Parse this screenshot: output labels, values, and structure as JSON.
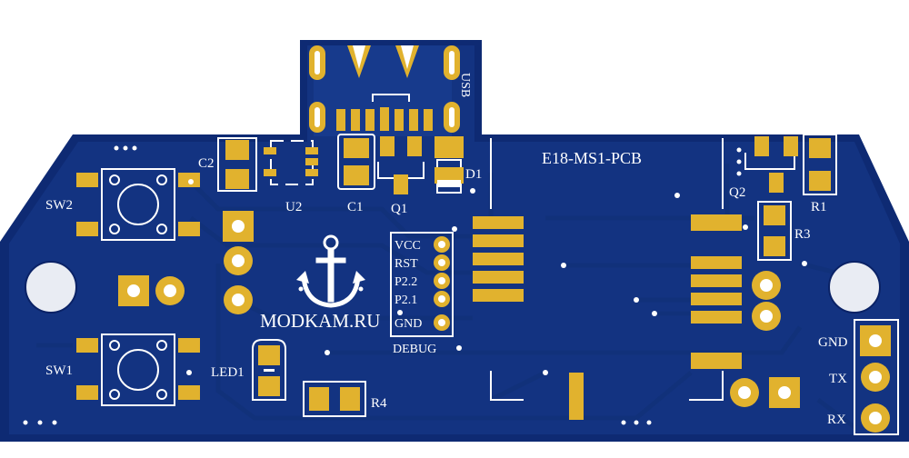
{
  "board": {
    "title": "E18-MS1-PCB",
    "brand": "MODKAM.RU",
    "logo": "anchor-logo",
    "colors": {
      "board": "#0e2a73",
      "copper": "#1b3f94",
      "trace": "#163683",
      "pad": "#e1b22e",
      "silk": "#ffffff",
      "background": "#ffffff"
    }
  },
  "labels": {
    "usb": "USB",
    "c2": "C2",
    "u2": "U2",
    "c1": "C1",
    "q1": "Q1",
    "d1": "D1",
    "q2": "Q2",
    "r1": "R1",
    "r3": "R3",
    "r4": "R4",
    "sw1": "SW1",
    "sw2": "SW2",
    "led1": "LED1",
    "debug": "DEBUG"
  },
  "debug_pins": [
    "VCC",
    "RST",
    "P2.2",
    "P2.1",
    "GND"
  ],
  "uart_pins": [
    "GND",
    "TX",
    "RX"
  ]
}
